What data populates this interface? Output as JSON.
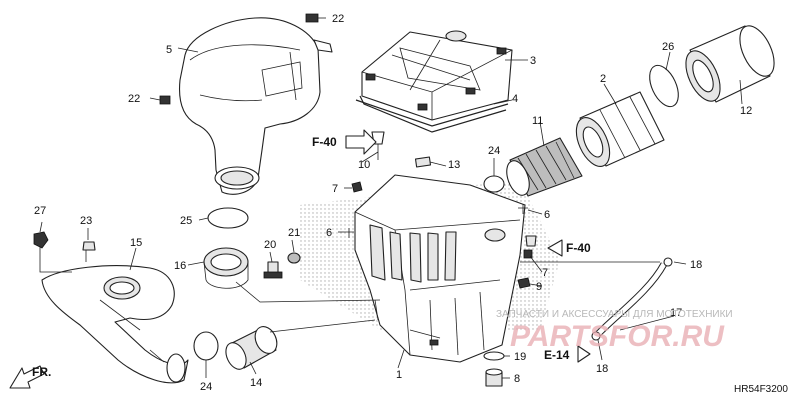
{
  "diagram": {
    "code": "HR54F3200",
    "front_label": "FR.",
    "refs": [
      "F-40",
      "F-40",
      "E-14"
    ],
    "callouts": [
      "1",
      "2",
      "3",
      "4",
      "5",
      "6",
      "6",
      "7",
      "7",
      "8",
      "9",
      "10",
      "11",
      "12",
      "13",
      "14",
      "15",
      "16",
      "17",
      "18",
      "18",
      "19",
      "20",
      "21",
      "22",
      "22",
      "23",
      "24",
      "24",
      "25",
      "26",
      "27"
    ]
  },
  "watermark": {
    "text": "ЗАПЧАСТИ И АКСЕССУАРЫ ДЛЯ МОТОТЕХНИКИ",
    "brand": "PARTSFOR.RU"
  }
}
